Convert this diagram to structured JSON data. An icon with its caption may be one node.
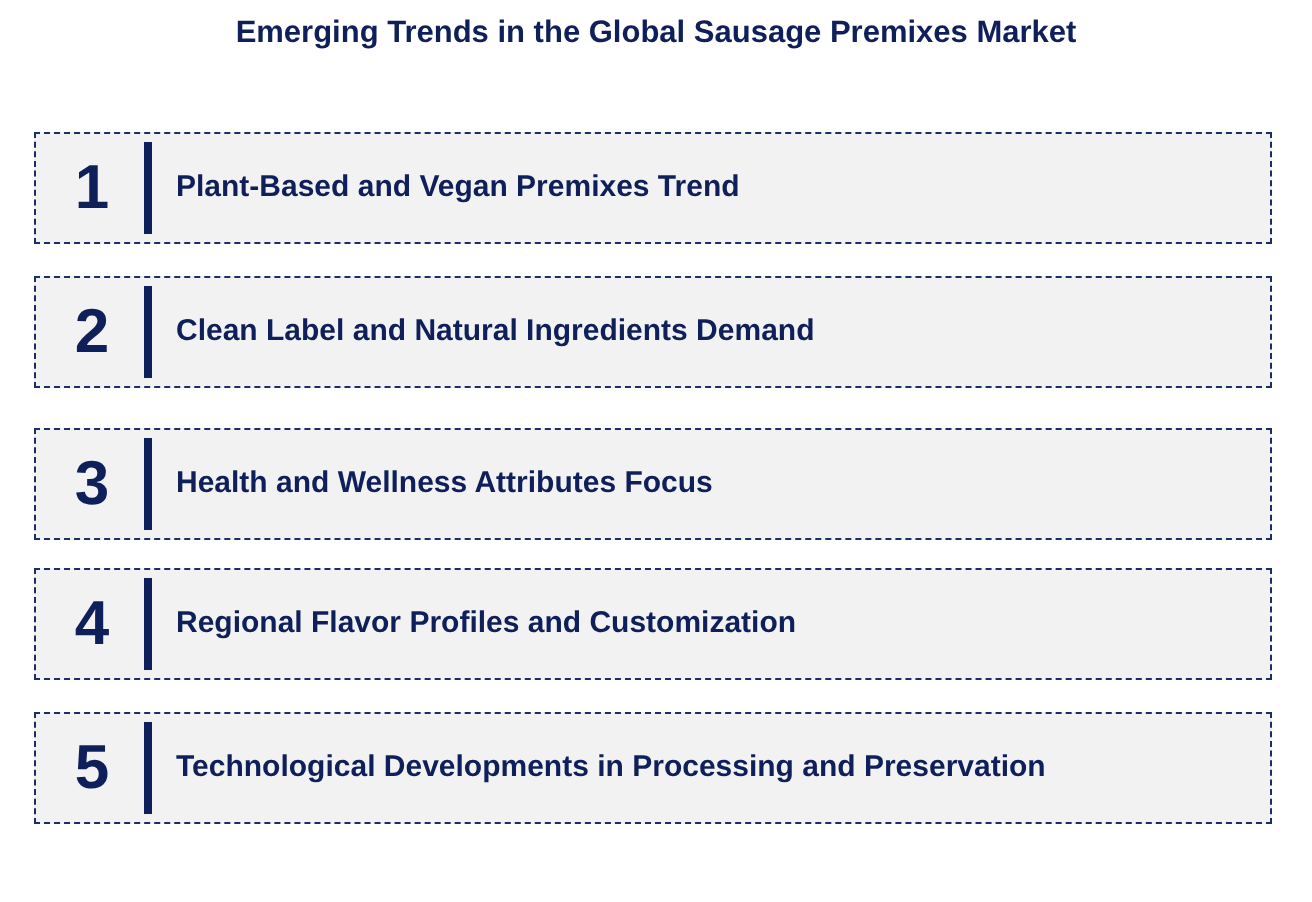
{
  "diagram": {
    "title": "Emerging Trends in the Global Sausage Premixes Market",
    "nodes": [
      {
        "text": [
          "1",
          "Plant-Based and Vegan Premixes Trend"
        ]
      },
      {
        "text": [
          "2",
          "Clean Label and Natural Ingredients Demand"
        ]
      },
      {
        "text": [
          "3",
          "Health and Wellness Attributes Focus"
        ]
      },
      {
        "text": [
          "4",
          "Regional Flavor Profiles and Customization"
        ]
      },
      {
        "text": [
          "5",
          "Technological Developments in Processing and Preservation"
        ]
      }
    ]
  }
}
